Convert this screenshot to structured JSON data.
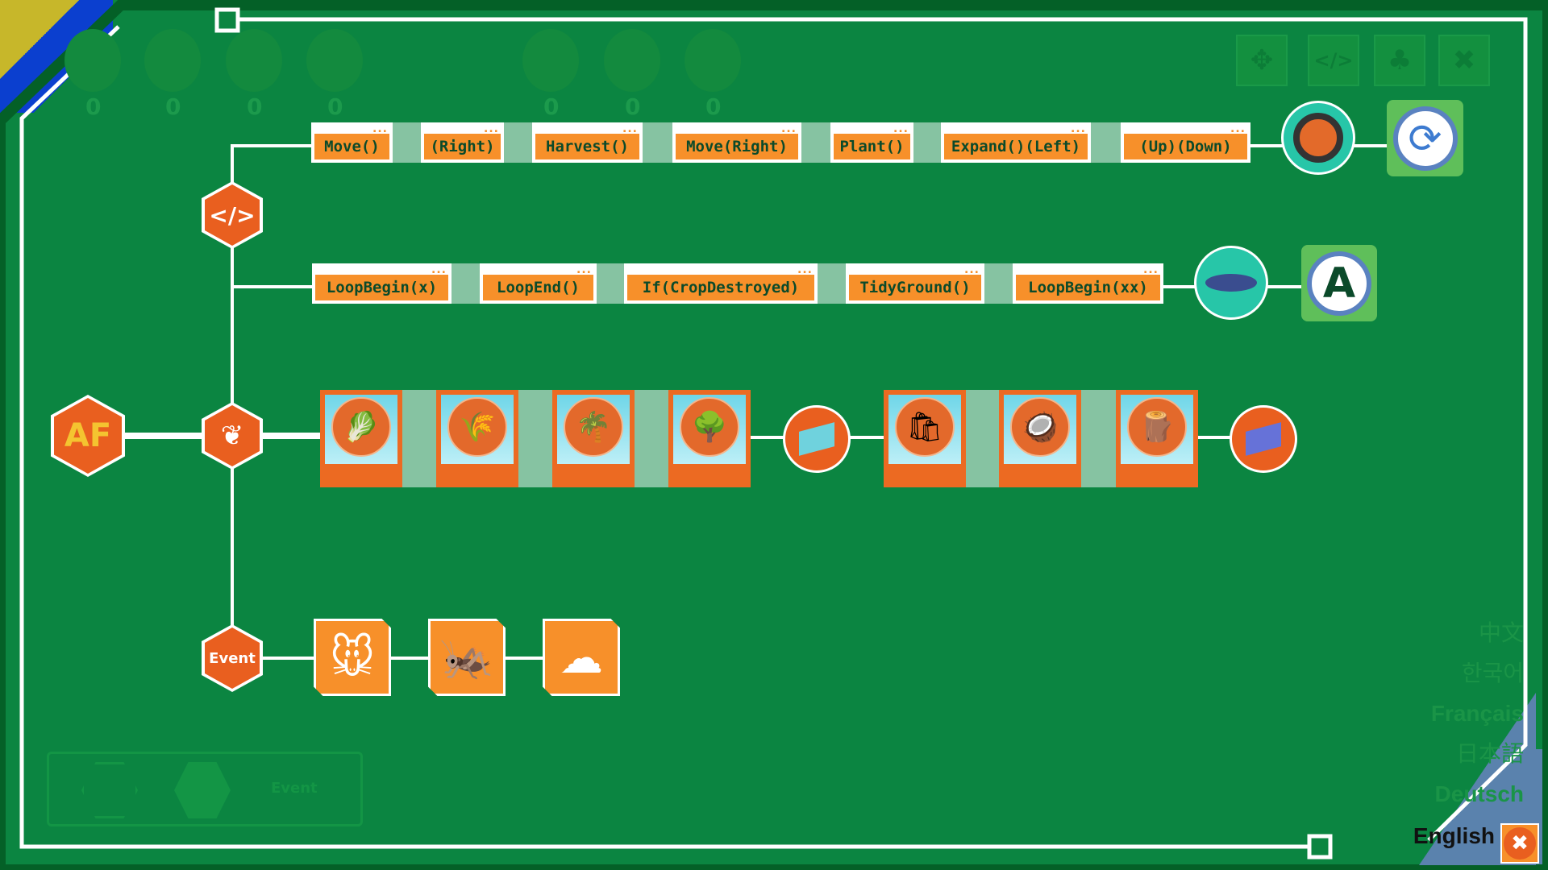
{
  "resources": {
    "counts": [
      "0",
      "0",
      "0",
      "0",
      "0",
      "0",
      "0"
    ],
    "icons": [
      "lettuce",
      "wheat",
      "palm",
      "bush",
      "sack",
      "coconut",
      "log"
    ]
  },
  "top_buttons": [
    {
      "icon": "move-icon",
      "label": "✥"
    },
    {
      "icon": "code-icon",
      "label": "</>"
    },
    {
      "icon": "plant-icon",
      "label": "♣"
    },
    {
      "icon": "close-icon",
      "label": "✖"
    }
  ],
  "tree": {
    "root_label": "AF",
    "code_node": {
      "icon": "code-icon",
      "label": "</>"
    },
    "plant_node": {
      "icon": "leaf-icon"
    },
    "event_node": {
      "label": "Event"
    }
  },
  "row1": {
    "blocks": [
      "Move()",
      "(Right)",
      "Harvest()",
      "Move(Right)",
      "Plant()",
      "Expand()(Left)",
      "(Up)(Down)"
    ],
    "dots": "...",
    "end_icon": "wheel-icon",
    "action": "refresh-icon"
  },
  "row2": {
    "blocks": [
      "LoopBegin(x)",
      "LoopEnd()",
      "If(CropDestroyed)",
      "TidyGround()",
      "LoopBegin(xx)"
    ],
    "dots": "...",
    "end_icon": "ufo-icon",
    "action": "letter-a-icon",
    "action_label": "A"
  },
  "row3": {
    "crops": [
      "lettuce",
      "wheat",
      "palm",
      "bush"
    ],
    "crops2": [
      "sack",
      "coconut",
      "log"
    ]
  },
  "row4": {
    "events": [
      "mouse",
      "grasshopper",
      "rain-cloud"
    ]
  },
  "bottom_panel": {
    "event_label": "Event"
  },
  "languages": [
    "中文",
    "한국어",
    "Français",
    "日本語",
    "Deutsch",
    "English"
  ],
  "colors": {
    "bg": "#0b8541",
    "orange": "#f7902a",
    "dark_orange": "#e95f1f",
    "connector": "#86c3a2"
  }
}
